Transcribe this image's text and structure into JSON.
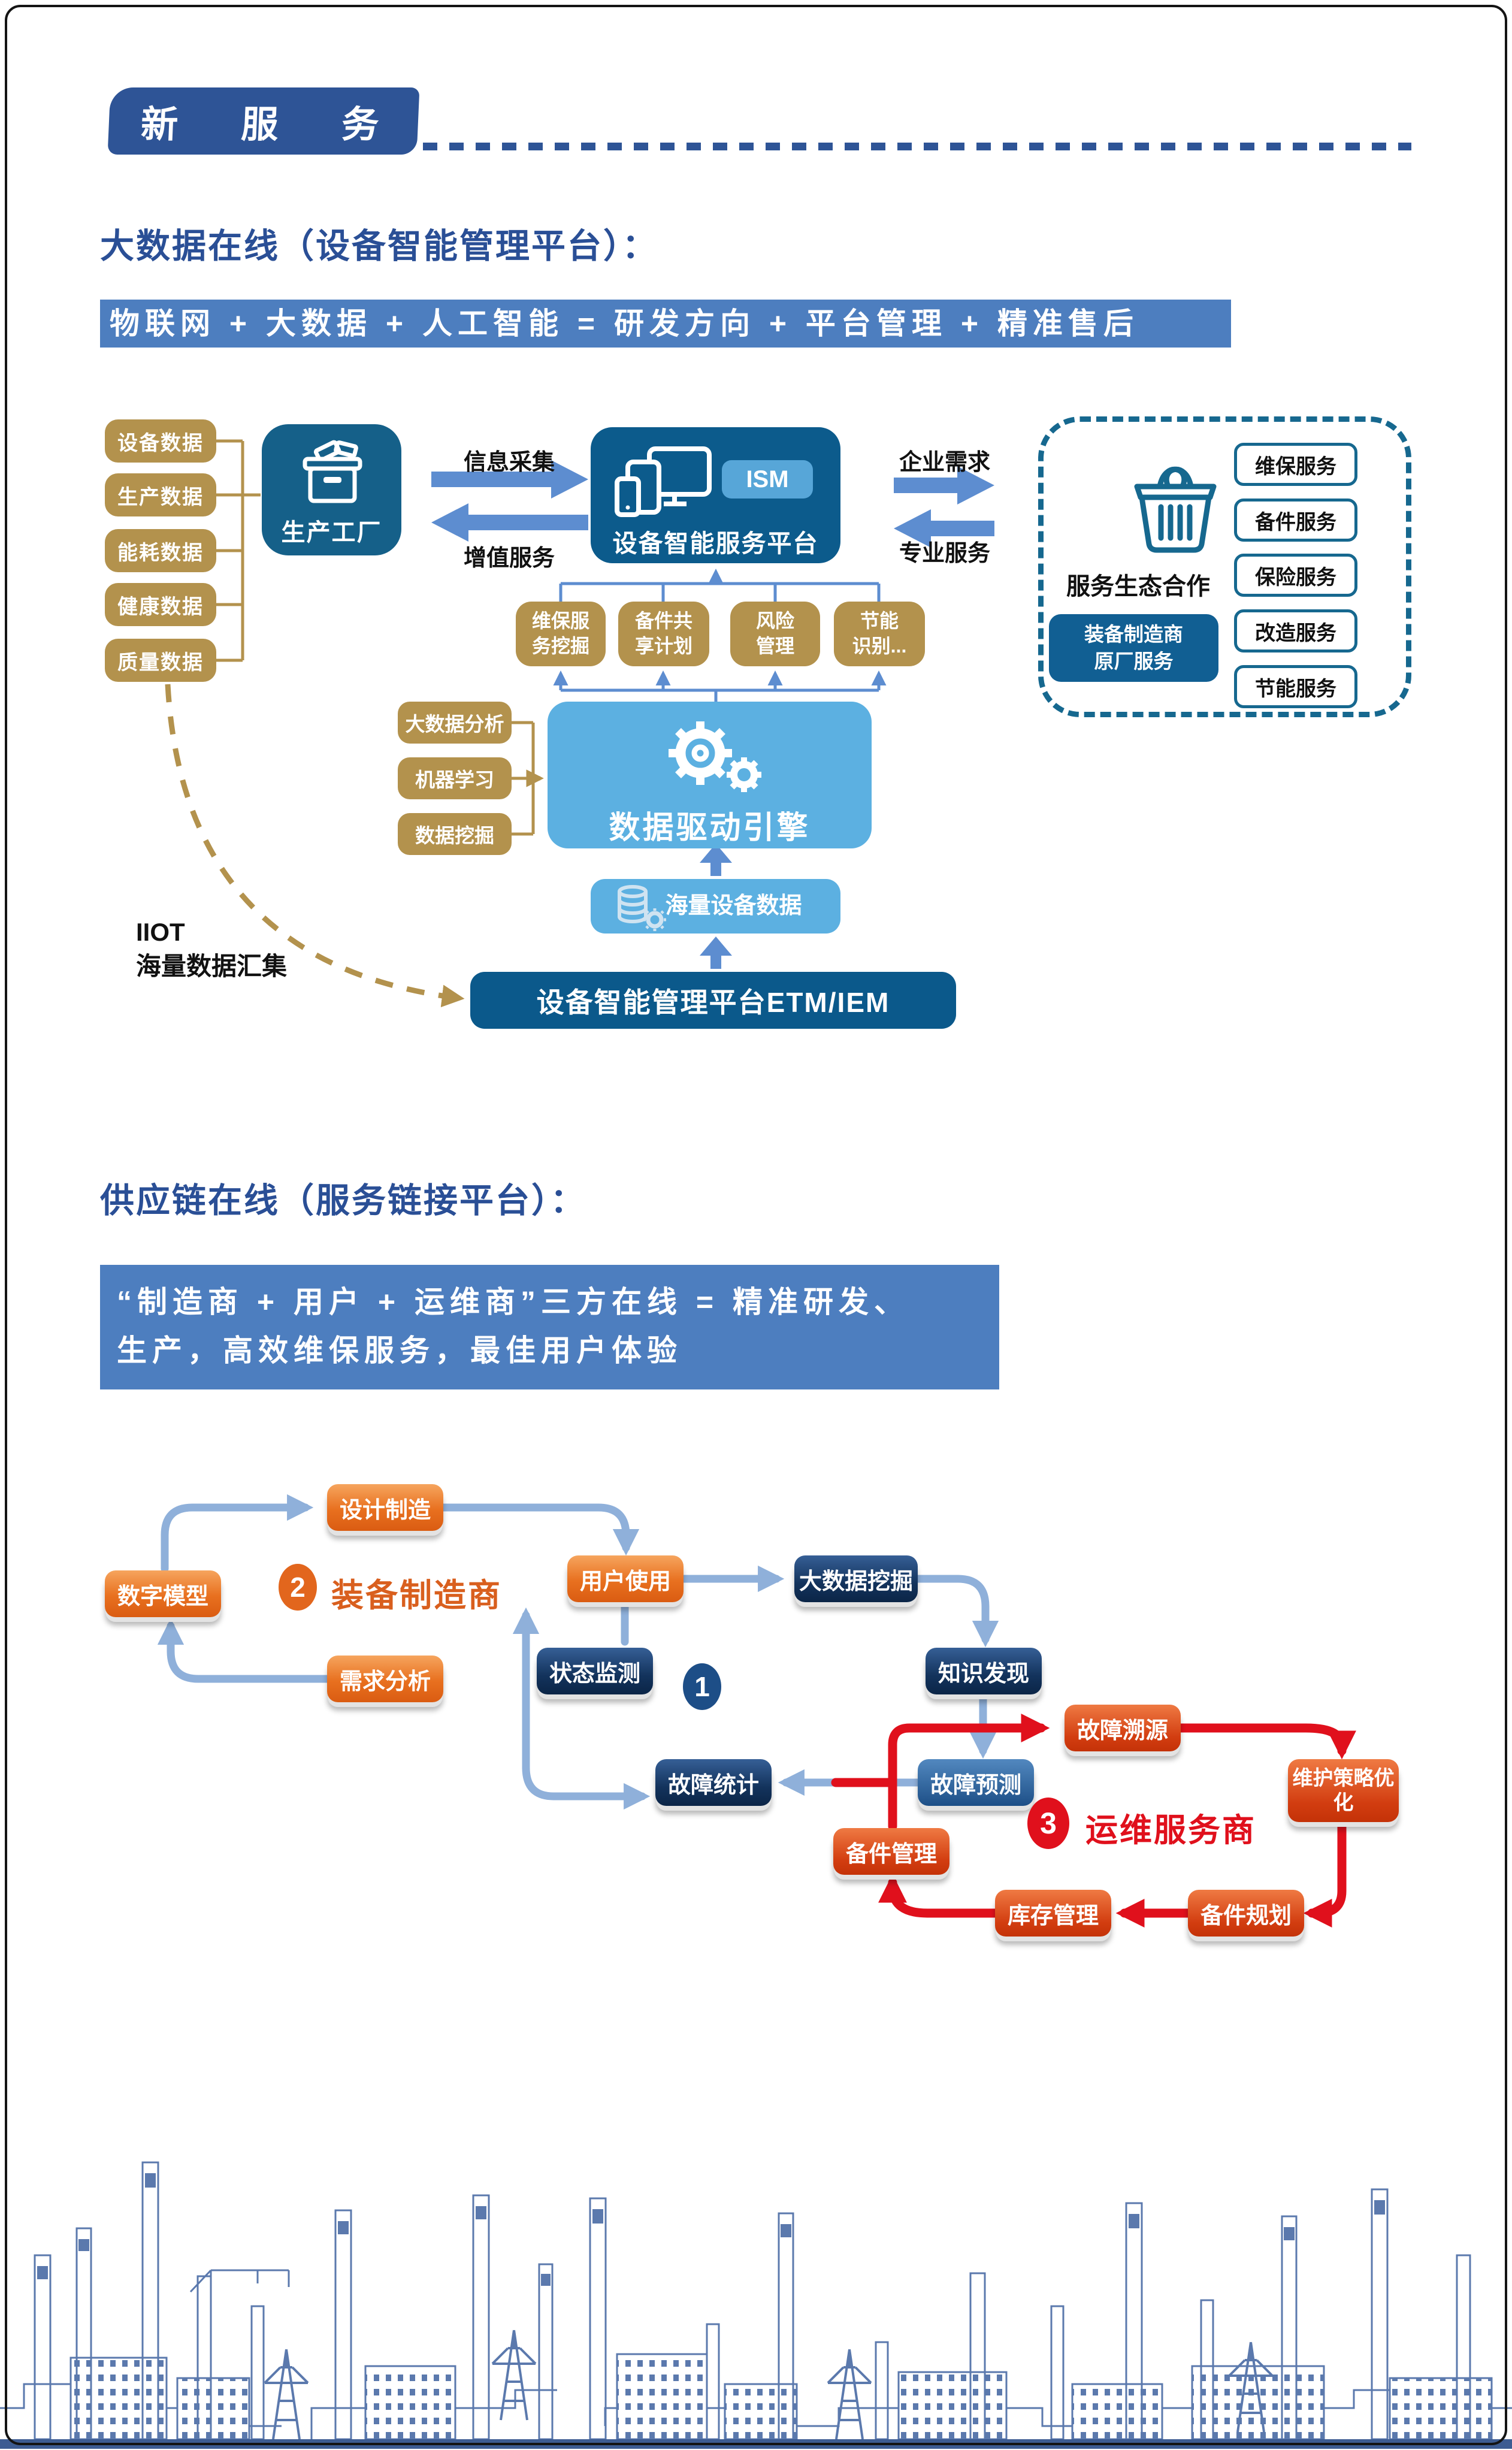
{
  "header": {
    "badge": "新 服 务"
  },
  "colors": {
    "brand_blue": "#2e5496",
    "banner_blue": "#4d7ebf",
    "gold": "#b3924d",
    "dark_blue": "#0c5b8c",
    "teal_border": "#16688f",
    "light_blue": "#5cb0e1",
    "arrow_blue": "#5d8dd0",
    "node_orange": "#e8701f",
    "node_navy": "#13335c",
    "node_red": "#d23d10",
    "loop_red": "#e0101c",
    "city_blue": "#5b79ad"
  },
  "section1": {
    "title": "大数据在线（设备智能管理平台）：",
    "banner": "物联网 + 大数据 + 人工智能 = 研发方向 + 平台管理 + 精准售后",
    "data_sources": [
      "设备数据",
      "生产数据",
      "能耗数据",
      "健康数据",
      "质量数据"
    ],
    "factory": "生产工厂",
    "flow_labels": {
      "collect": "信息采集",
      "value_add": "增值服务",
      "enterprise_demand": "企业需求",
      "professional_service": "专业服务"
    },
    "platform": {
      "name": "设备智能服务平台",
      "badge": "ISM"
    },
    "ecosystem": {
      "title": "服务生态合作",
      "oem": "装备制造商\n原厂服务",
      "services": [
        "维保服务",
        "备件服务",
        "保险服务",
        "改造服务",
        "节能服务"
      ]
    },
    "mined_services": [
      "维保服\n务挖掘",
      "备件共\n享计划",
      "风险\n管理",
      "节能\n识别..."
    ],
    "ml": [
      "大数据分析",
      "机器学习",
      "数据挖掘"
    ],
    "engine": "数据驱动引擎",
    "mass_data": "海量设备数据",
    "etm": "设备智能管理平台ETM/IEM",
    "iiot": "IIOT\n海量数据汇集"
  },
  "section2": {
    "title": "供应链在线（服务链接平台）：",
    "banner_line1": "“制造商 + 用户 + 运维商”三方在线 = 精准研发、",
    "banner_line2": "生产，高效维保服务，最佳用户体验",
    "groups": [
      {
        "num": "1",
        "label": ""
      },
      {
        "num": "2",
        "label": "装备制造商"
      },
      {
        "num": "3",
        "label": "运维服务商"
      }
    ],
    "nodes": {
      "design": "设计制造",
      "model": "数字模型",
      "demand": "需求分析",
      "use": "用户使用",
      "mining": "大数据挖掘",
      "monitor": "状态监测",
      "knowledge": "知识发现",
      "trace": "故障溯源",
      "stats": "故障统计",
      "predict": "故障预测",
      "strategy": "维护策略优\n化",
      "spare_mgmt": "备件管理",
      "inventory": "库存管理",
      "spare_plan": "备件规划"
    }
  }
}
